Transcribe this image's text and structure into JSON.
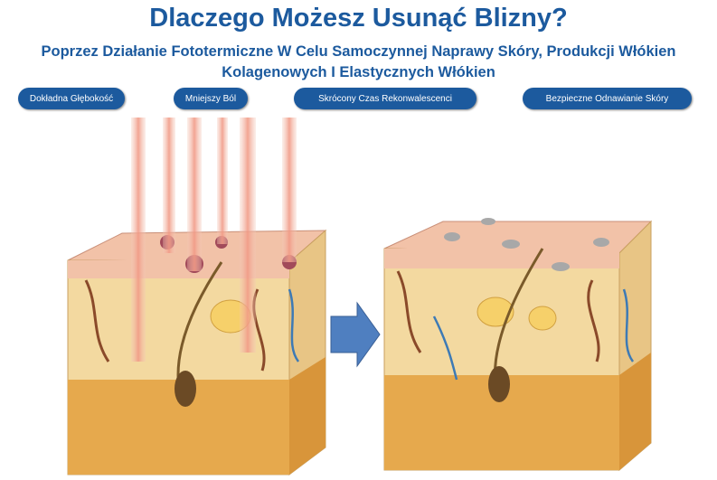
{
  "title": "Dlaczego Możesz Usunąć Blizny?",
  "subtitle_line1": "Poprzez Działanie Fototermiczne W Celu Samoczynnej Naprawy Skóry, Produkcji Włókien",
  "subtitle_line2": "Kolagenowych I Elastycznych Włókien",
  "badges": [
    "Dokładna Głębokość",
    "Mniejszy Ból",
    "Skrócony Czas Rekonwalescenci",
    "Bezpieczne Odnawianie Skóry"
  ],
  "colors": {
    "brand": "#1c5a9e",
    "skin_top": "#f2c2a8",
    "dermis": "#f3d9a0",
    "fat": "#e6a94d",
    "arrow": "#4f7fc0"
  }
}
